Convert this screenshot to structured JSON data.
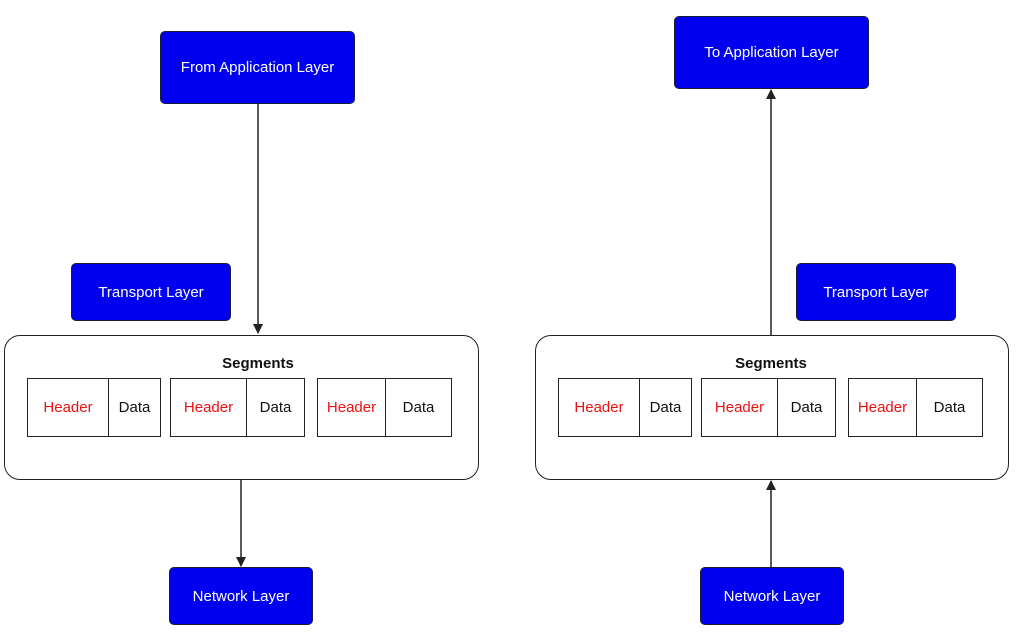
{
  "colors": {
    "box_fill": "#0000ee",
    "box_text": "#ffffff",
    "header_text": "#ee1111",
    "data_text": "#111111",
    "line": "#222222"
  },
  "left": {
    "app_box": "From Application Layer",
    "transport_box": "Transport Layer",
    "segments_title": "Segments",
    "segments": [
      {
        "header": "Header",
        "data": "Data"
      },
      {
        "header": "Header",
        "data": "Data"
      },
      {
        "header": "Header",
        "data": "Data"
      }
    ],
    "network_box": "Network Layer"
  },
  "right": {
    "app_box": "To Application Layer",
    "transport_box": "Transport Layer",
    "segments_title": "Segments",
    "segments": [
      {
        "header": "Header",
        "data": "Data"
      },
      {
        "header": "Header",
        "data": "Data"
      },
      {
        "header": "Header",
        "data": "Data"
      }
    ],
    "network_box": "Network Layer"
  }
}
